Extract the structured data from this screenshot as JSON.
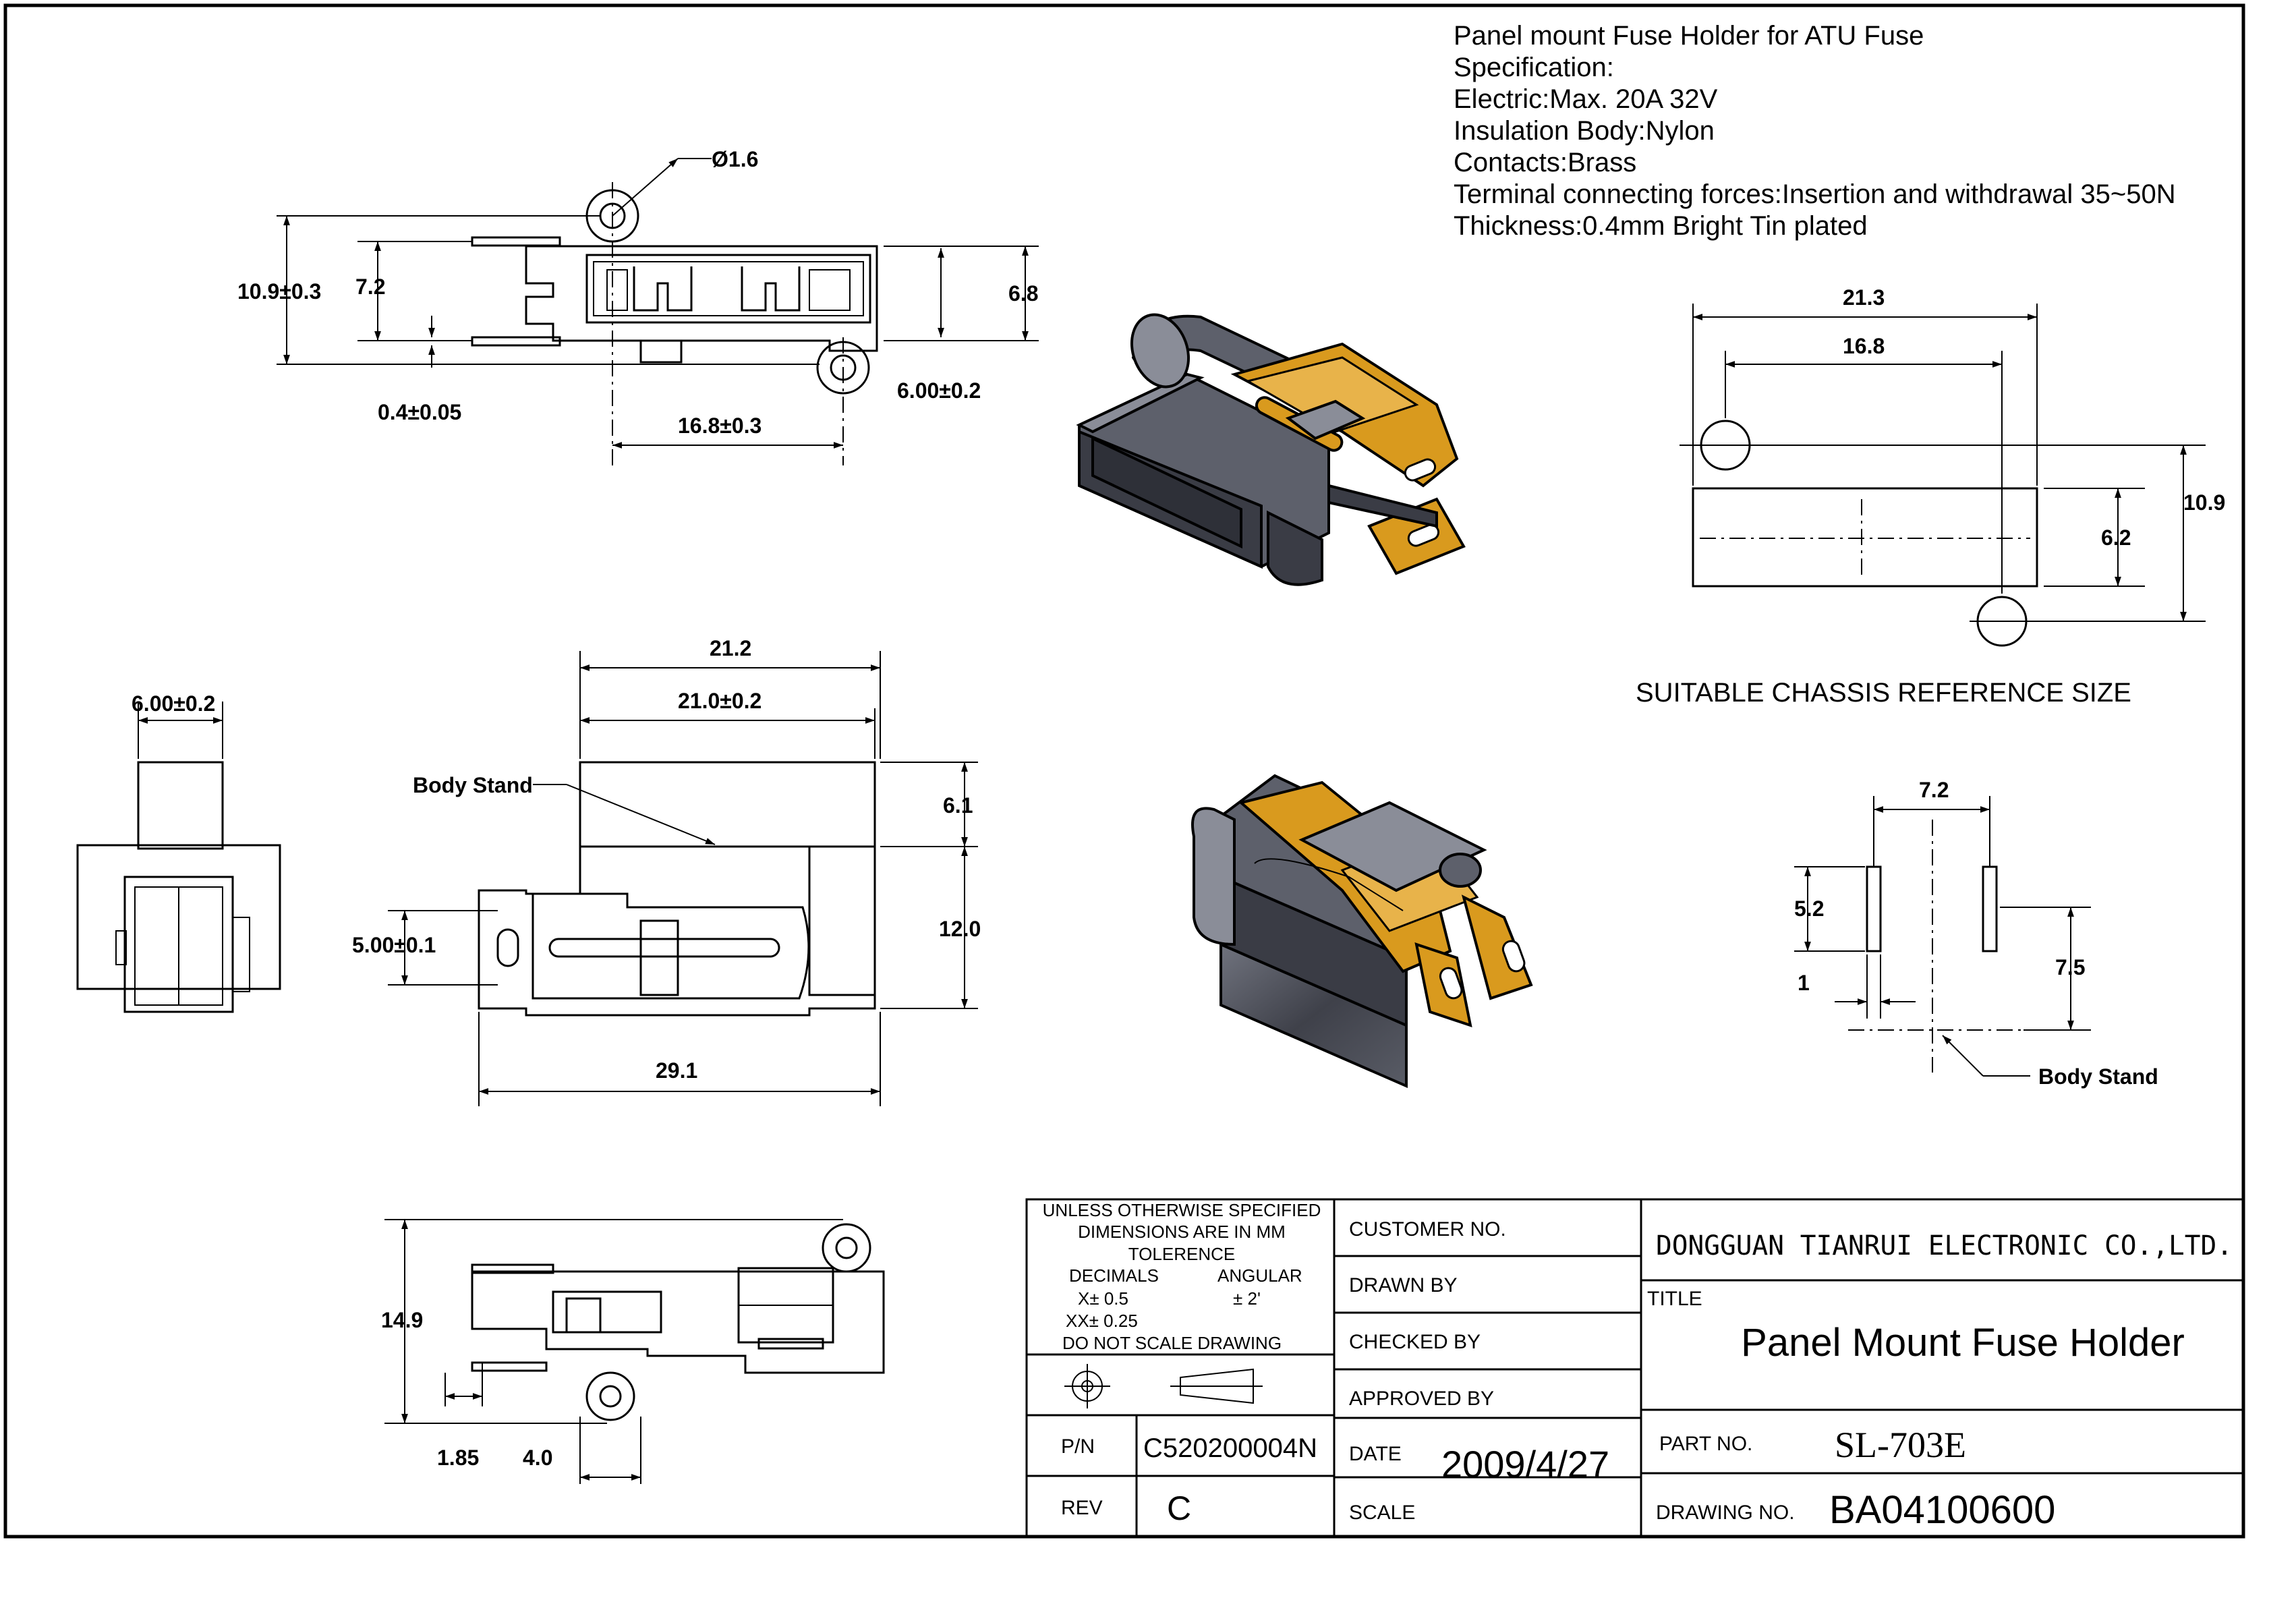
{
  "spec": {
    "heading": "Panel mount Fuse Holder for ATU Fuse",
    "label": "Specification:",
    "lines": [
      "Electric:Max. 20A 32V",
      "Insulation Body:Nylon",
      "Contacts:Brass",
      "Terminal connecting forces:Insertion and withdrawal 35~50N",
      "Thickness:0.4mm Bright Tin plated"
    ]
  },
  "dims": {
    "top_view": {
      "hole": "Ø1.6",
      "height": "10.9±0.3",
      "inner": "7.2",
      "right": "6.8",
      "thickness": "0.4±0.05",
      "offset": "6.00±0.2",
      "pitch": "16.8±0.3"
    },
    "end_view": {
      "width": "6.00±0.2"
    },
    "side_view": {
      "overall": "21.2",
      "body": "21.0±0.2",
      "label_body_stand": "Body Stand",
      "upper": "6.1",
      "lower": "12.0",
      "terminal": "5.00±0.1",
      "length": "29.1"
    },
    "bottom_view": {
      "height": "14.9",
      "a": "1.85",
      "b": "4.0"
    },
    "chassis": {
      "outer": "21.3",
      "inner": "16.8",
      "height": "10.9",
      "slot": "6.2",
      "caption": "SUITABLE CHASSIS REFERENCE SIZE"
    },
    "pcb": {
      "pitch": "7.2",
      "slot_len": "5.2",
      "slot_w": "1",
      "offset": "7.5",
      "label_body_stand": "Body Stand"
    }
  },
  "title_block": {
    "tolerance_lines": [
      "UNLESS OTHERWISE SPECIFIED",
      "DIMENSIONS ARE IN MM",
      "TOLERENCE"
    ],
    "decimals": "DECIMALS",
    "angular": "ANGULAR",
    "x_tol": "X± 0.5",
    "ang_tol": "± 2'",
    "xx_tol": "XX± 0.25",
    "no_scale": "DO NOT SCALE DRAWING",
    "pn_label": "P/N",
    "pn_value": "C520200004N",
    "rev_label": "REV",
    "rev_value": "C",
    "customer_no": "CUSTOMER NO.",
    "drawn_by": "DRAWN BY",
    "checked_by": "CHECKED BY",
    "approved_by": "APPROVED BY",
    "date_label": "DATE",
    "date_value": "2009/4/27",
    "scale_label": "SCALE",
    "company": "DONGGUAN TIANRUI ELECTRONIC CO.,LTD.",
    "title_label": "TITLE",
    "title_value": "Panel Mount Fuse Holder",
    "part_no_label": "PART NO.",
    "part_no_value": "SL-703E",
    "drawing_no_label": "DRAWING NO.",
    "drawing_no_value": "BA04100600"
  },
  "colors": {
    "terminal": "#d99a1e",
    "body": "#4a4c56",
    "line": "#000000"
  }
}
